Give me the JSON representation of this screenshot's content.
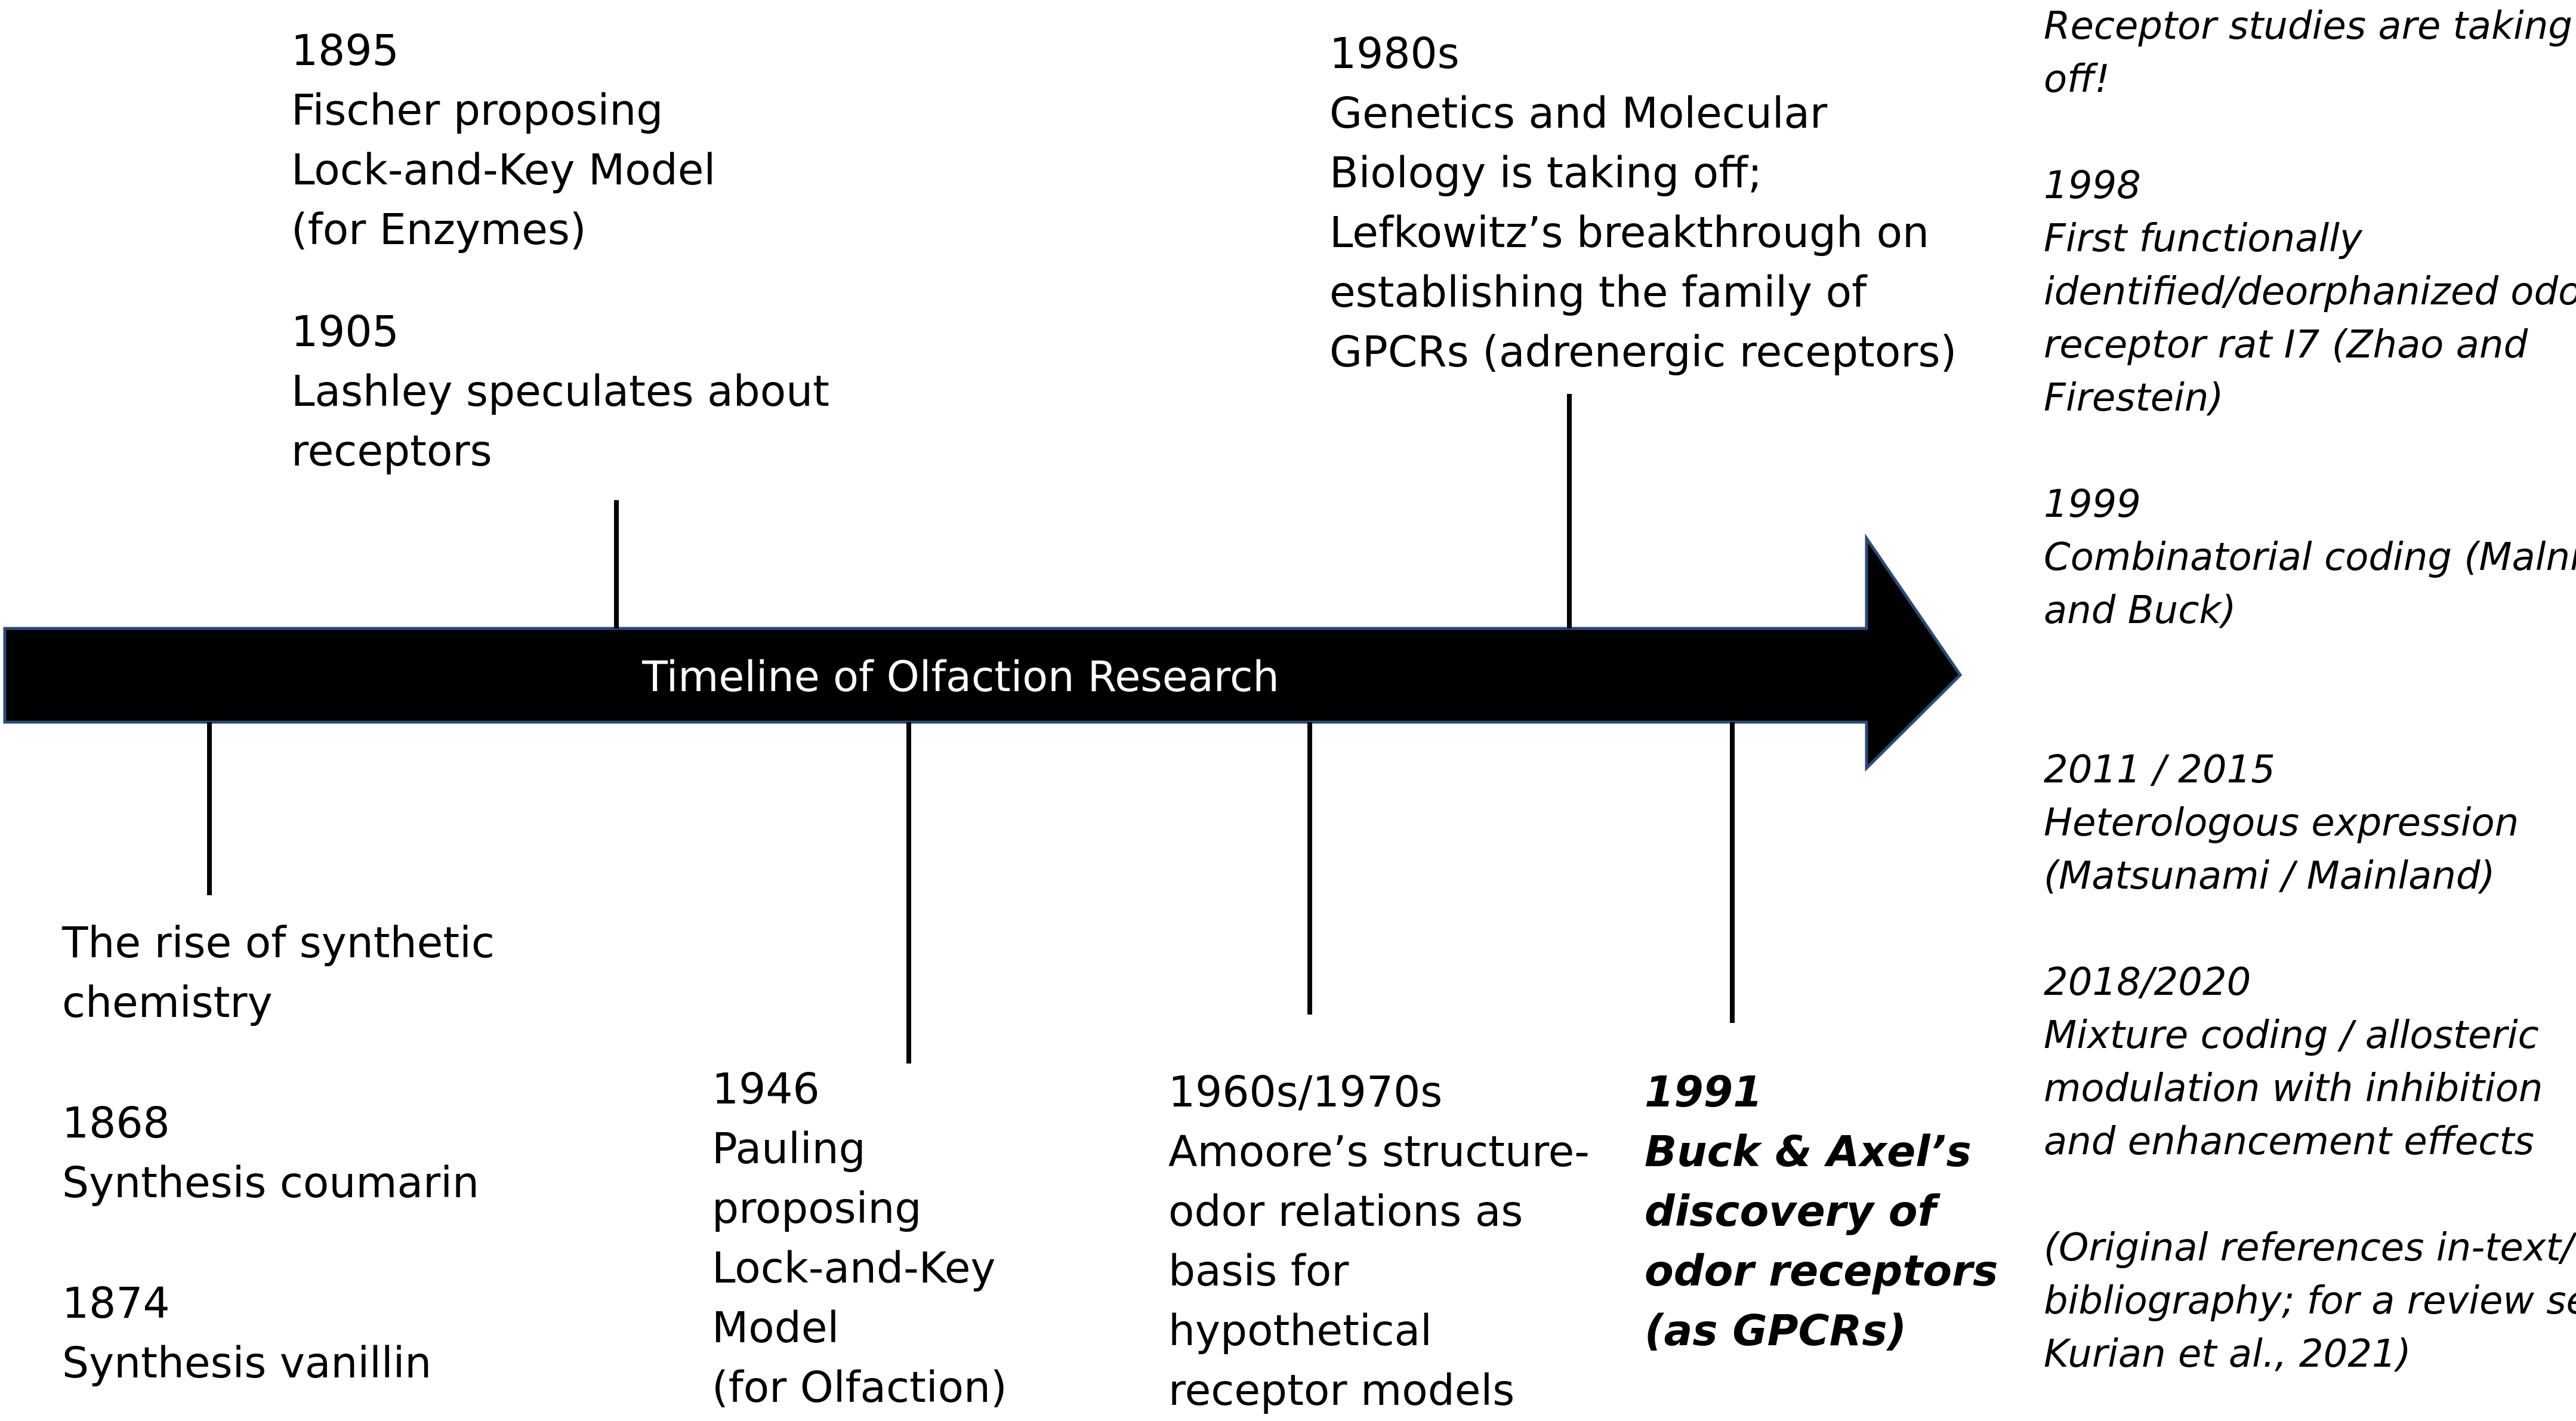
{
  "arrow": {
    "title": "Timeline of Olfaction Research",
    "fill_color": "#000000",
    "outline_color": "#2b4a7a",
    "text_color": "#ffffff"
  },
  "top_left": {
    "e1895": {
      "year": "1895",
      "lines": [
        "Fischer proposing",
        "Lock-and-Key Model",
        "(for Enzymes)"
      ]
    },
    "e1905": {
      "year": "1905",
      "lines": [
        "Lashley speculates about",
        "receptors"
      ]
    }
  },
  "top_mid": {
    "year": "1980s",
    "lines": [
      "Genetics and Molecular",
      "Biology is taking off;",
      "Lefkowitz’s breakthrough on",
      "establishing the family of",
      "GPCRs (adrenergic receptors)"
    ]
  },
  "bottom_1": {
    "rise": [
      "The rise of synthetic",
      "chemistry"
    ],
    "e1868": {
      "year": "1868",
      "text": "Synthesis coumarin"
    },
    "e1874": {
      "year": "1874",
      "text": "Synthesis vanillin"
    }
  },
  "bottom_2": {
    "year": "1946",
    "lines": [
      "Pauling",
      "proposing",
      "Lock-and-Key",
      "Model",
      "(for Olfaction)"
    ]
  },
  "bottom_3": {
    "year": "1960s/1970s",
    "lines": [
      "Amoore’s structure-",
      "odor relations as",
      "basis for",
      "hypothetical",
      "receptor models"
    ]
  },
  "bottom_4": {
    "year": "1991",
    "lines": [
      "Buck & Axel’s",
      "discovery of",
      "odor receptors",
      "(as GPCRs)"
    ]
  },
  "right_column": {
    "intro": [
      "Receptor studies are taking",
      "off!"
    ],
    "e1998": {
      "year": "1998",
      "lines": [
        "First functionally",
        "identified/deorphanized odor",
        "receptor rat I7  (Zhao and",
        "Firestein)"
      ]
    },
    "e1999": {
      "year": "1999",
      "lines": [
        "Combinatorial coding (Malnic",
        "and Buck)"
      ]
    },
    "e2011": {
      "year": "2011 / 2015",
      "lines": [
        "Heterologous expression",
        "(Matsunami / Mainland)"
      ]
    },
    "e2018": {
      "year": "2018/2020",
      "lines": [
        "Mixture coding / allosteric",
        "modulation with inhibition",
        "and enhancement effects"
      ]
    },
    "refs": [
      "(Original references in-text/",
      "bibliography; for a review see",
      "Kurian et al., 2021)"
    ]
  }
}
